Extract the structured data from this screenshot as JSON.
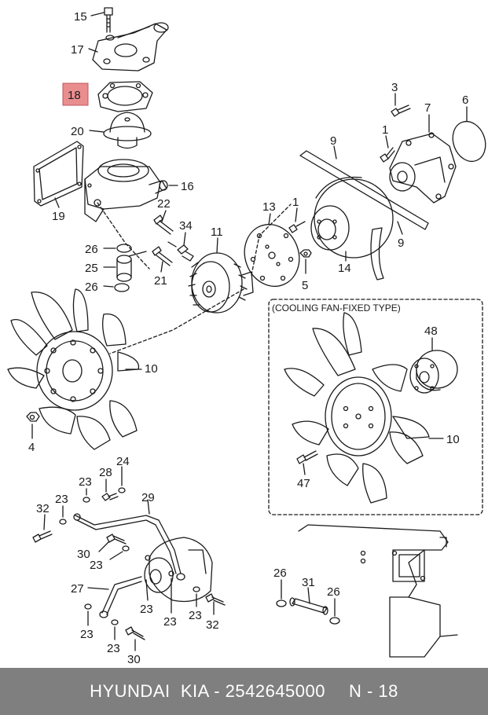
{
  "inset_title": "(COOLING FAN-FIXED TYPE)",
  "highlight_color": "#e98d8f",
  "callouts": [
    {
      "id": "c15",
      "text": "15"
    },
    {
      "id": "c17",
      "text": "17"
    },
    {
      "id": "c18",
      "text": "18"
    },
    {
      "id": "c20",
      "text": "20"
    },
    {
      "id": "c19",
      "text": "19"
    },
    {
      "id": "c16",
      "text": "16"
    },
    {
      "id": "c22",
      "text": "22"
    },
    {
      "id": "c34",
      "text": "34"
    },
    {
      "id": "c26a",
      "text": "26"
    },
    {
      "id": "c25",
      "text": "25"
    },
    {
      "id": "c21",
      "text": "21"
    },
    {
      "id": "c26b",
      "text": "26"
    },
    {
      "id": "c11",
      "text": "11"
    },
    {
      "id": "c13",
      "text": "13"
    },
    {
      "id": "c1a",
      "text": "1"
    },
    {
      "id": "c5",
      "text": "5"
    },
    {
      "id": "c14",
      "text": "14"
    },
    {
      "id": "c9a",
      "text": "9"
    },
    {
      "id": "c9b",
      "text": "9"
    },
    {
      "id": "c3",
      "text": "3"
    },
    {
      "id": "c1b",
      "text": "1"
    },
    {
      "id": "c7",
      "text": "7"
    },
    {
      "id": "c6",
      "text": "6"
    },
    {
      "id": "c10a",
      "text": "10"
    },
    {
      "id": "c4",
      "text": "4"
    },
    {
      "id": "c48",
      "text": "48"
    },
    {
      "id": "c10b",
      "text": "10"
    },
    {
      "id": "c47",
      "text": "47"
    },
    {
      "id": "c24",
      "text": "24"
    },
    {
      "id": "c28",
      "text": "28"
    },
    {
      "id": "c23a",
      "text": "23"
    },
    {
      "id": "c23b",
      "text": "23"
    },
    {
      "id": "c29",
      "text": "29"
    },
    {
      "id": "c32a",
      "text": "32"
    },
    {
      "id": "c30a",
      "text": "30"
    },
    {
      "id": "c23c",
      "text": "23"
    },
    {
      "id": "c27",
      "text": "27"
    },
    {
      "id": "c23d",
      "text": "23"
    },
    {
      "id": "c23e",
      "text": "23"
    },
    {
      "id": "c23f",
      "text": "23"
    },
    {
      "id": "c23g",
      "text": "23"
    },
    {
      "id": "c32b",
      "text": "32"
    },
    {
      "id": "c23h",
      "text": "23"
    },
    {
      "id": "c30b",
      "text": "30"
    },
    {
      "id": "c26c",
      "text": "26"
    },
    {
      "id": "c31",
      "text": "31"
    },
    {
      "id": "c26d",
      "text": "26"
    }
  ],
  "footer": {
    "brand": "HYUNDAI  KIA - 2542645000",
    "page": "N - 18"
  }
}
